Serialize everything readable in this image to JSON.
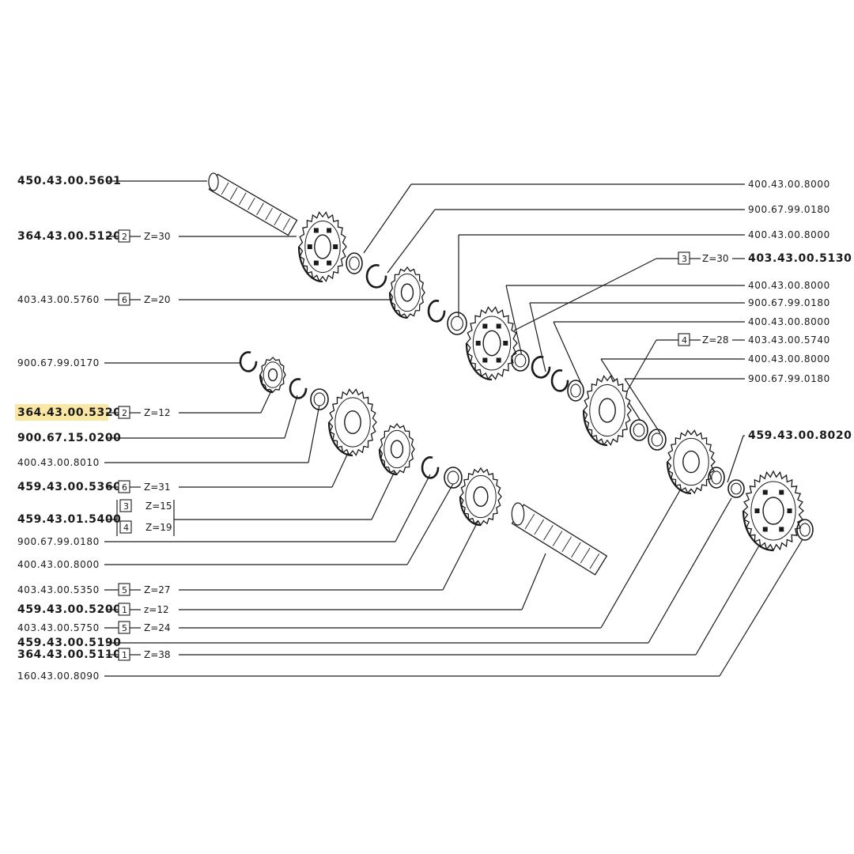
{
  "highlight_color": "#fbe7a4",
  "callouts_left": [
    {
      "part": "450.43.00.5601",
      "box": "",
      "z": "",
      "bold": true
    },
    {
      "part": "364.43.00.5120",
      "box": "2",
      "z": "Z=30",
      "bold": true
    },
    {
      "part": "403.43.00.5760",
      "box": "6",
      "z": "Z=20",
      "bold": false
    },
    {
      "part": "900.67.99.0170",
      "box": "",
      "z": "",
      "bold": false
    },
    {
      "part": "364.43.00.5320",
      "box": "2",
      "z": "Z=12",
      "bold": true,
      "highlighted": true
    },
    {
      "part": "900.67.15.0200",
      "box": "",
      "z": "",
      "bold": true
    },
    {
      "part": "400.43.00.8010",
      "box": "",
      "z": "",
      "bold": false
    },
    {
      "part": "459.43.00.5360",
      "box": "6",
      "z": "Z=31",
      "bold": true
    },
    {
      "part": "459.43.01.5400",
      "box": "3 / 4",
      "z": "Z=15 / Z=19",
      "bold": true
    },
    {
      "part": "900.67.99.0180",
      "box": "",
      "z": "",
      "bold": false
    },
    {
      "part": "400.43.00.8000",
      "box": "",
      "z": "",
      "bold": false
    },
    {
      "part": "403.43.00.5350",
      "box": "5",
      "z": "Z=27",
      "bold": false
    },
    {
      "part": "459.43.00.5200",
      "box": "1",
      "z": "z=12",
      "bold": true
    },
    {
      "part": "403.43.00.5750",
      "box": "5",
      "z": "Z=24",
      "bold": false
    },
    {
      "part": "459.43.00.5190",
      "box": "",
      "z": "",
      "bold": true
    },
    {
      "part": "364.43.00.5110",
      "box": "1",
      "z": "Z=38",
      "bold": true
    },
    {
      "part": "160.43.00.8090",
      "box": "",
      "z": "",
      "bold": false
    }
  ],
  "callouts_right": [
    {
      "part": "400.43.00.8000",
      "box": "",
      "z": ""
    },
    {
      "part": "900.67.99.0180",
      "box": "",
      "z": ""
    },
    {
      "part": "400.43.00.8000",
      "box": "",
      "z": ""
    },
    {
      "part": "403.43.00.5130",
      "box": "3",
      "z": "Z=30"
    },
    {
      "part": "400.43.00.8000",
      "box": "",
      "z": ""
    },
    {
      "part": "900.67.99.0180",
      "box": "",
      "z": ""
    },
    {
      "part": "400.43.00.8000",
      "box": "",
      "z": ""
    },
    {
      "part": "403.43.00.5740",
      "box": "4",
      "z": "Z=28"
    },
    {
      "part": "400.43.00.8000",
      "box": "",
      "z": ""
    },
    {
      "part": "900.67.99.0180",
      "box": "",
      "z": ""
    },
    {
      "part": "459.43.00.8020",
      "box": "",
      "z": ""
    }
  ],
  "split_label": {
    "box_a": "3",
    "z_a": "Z=15",
    "box_b": "4",
    "z_b": "Z=19"
  }
}
